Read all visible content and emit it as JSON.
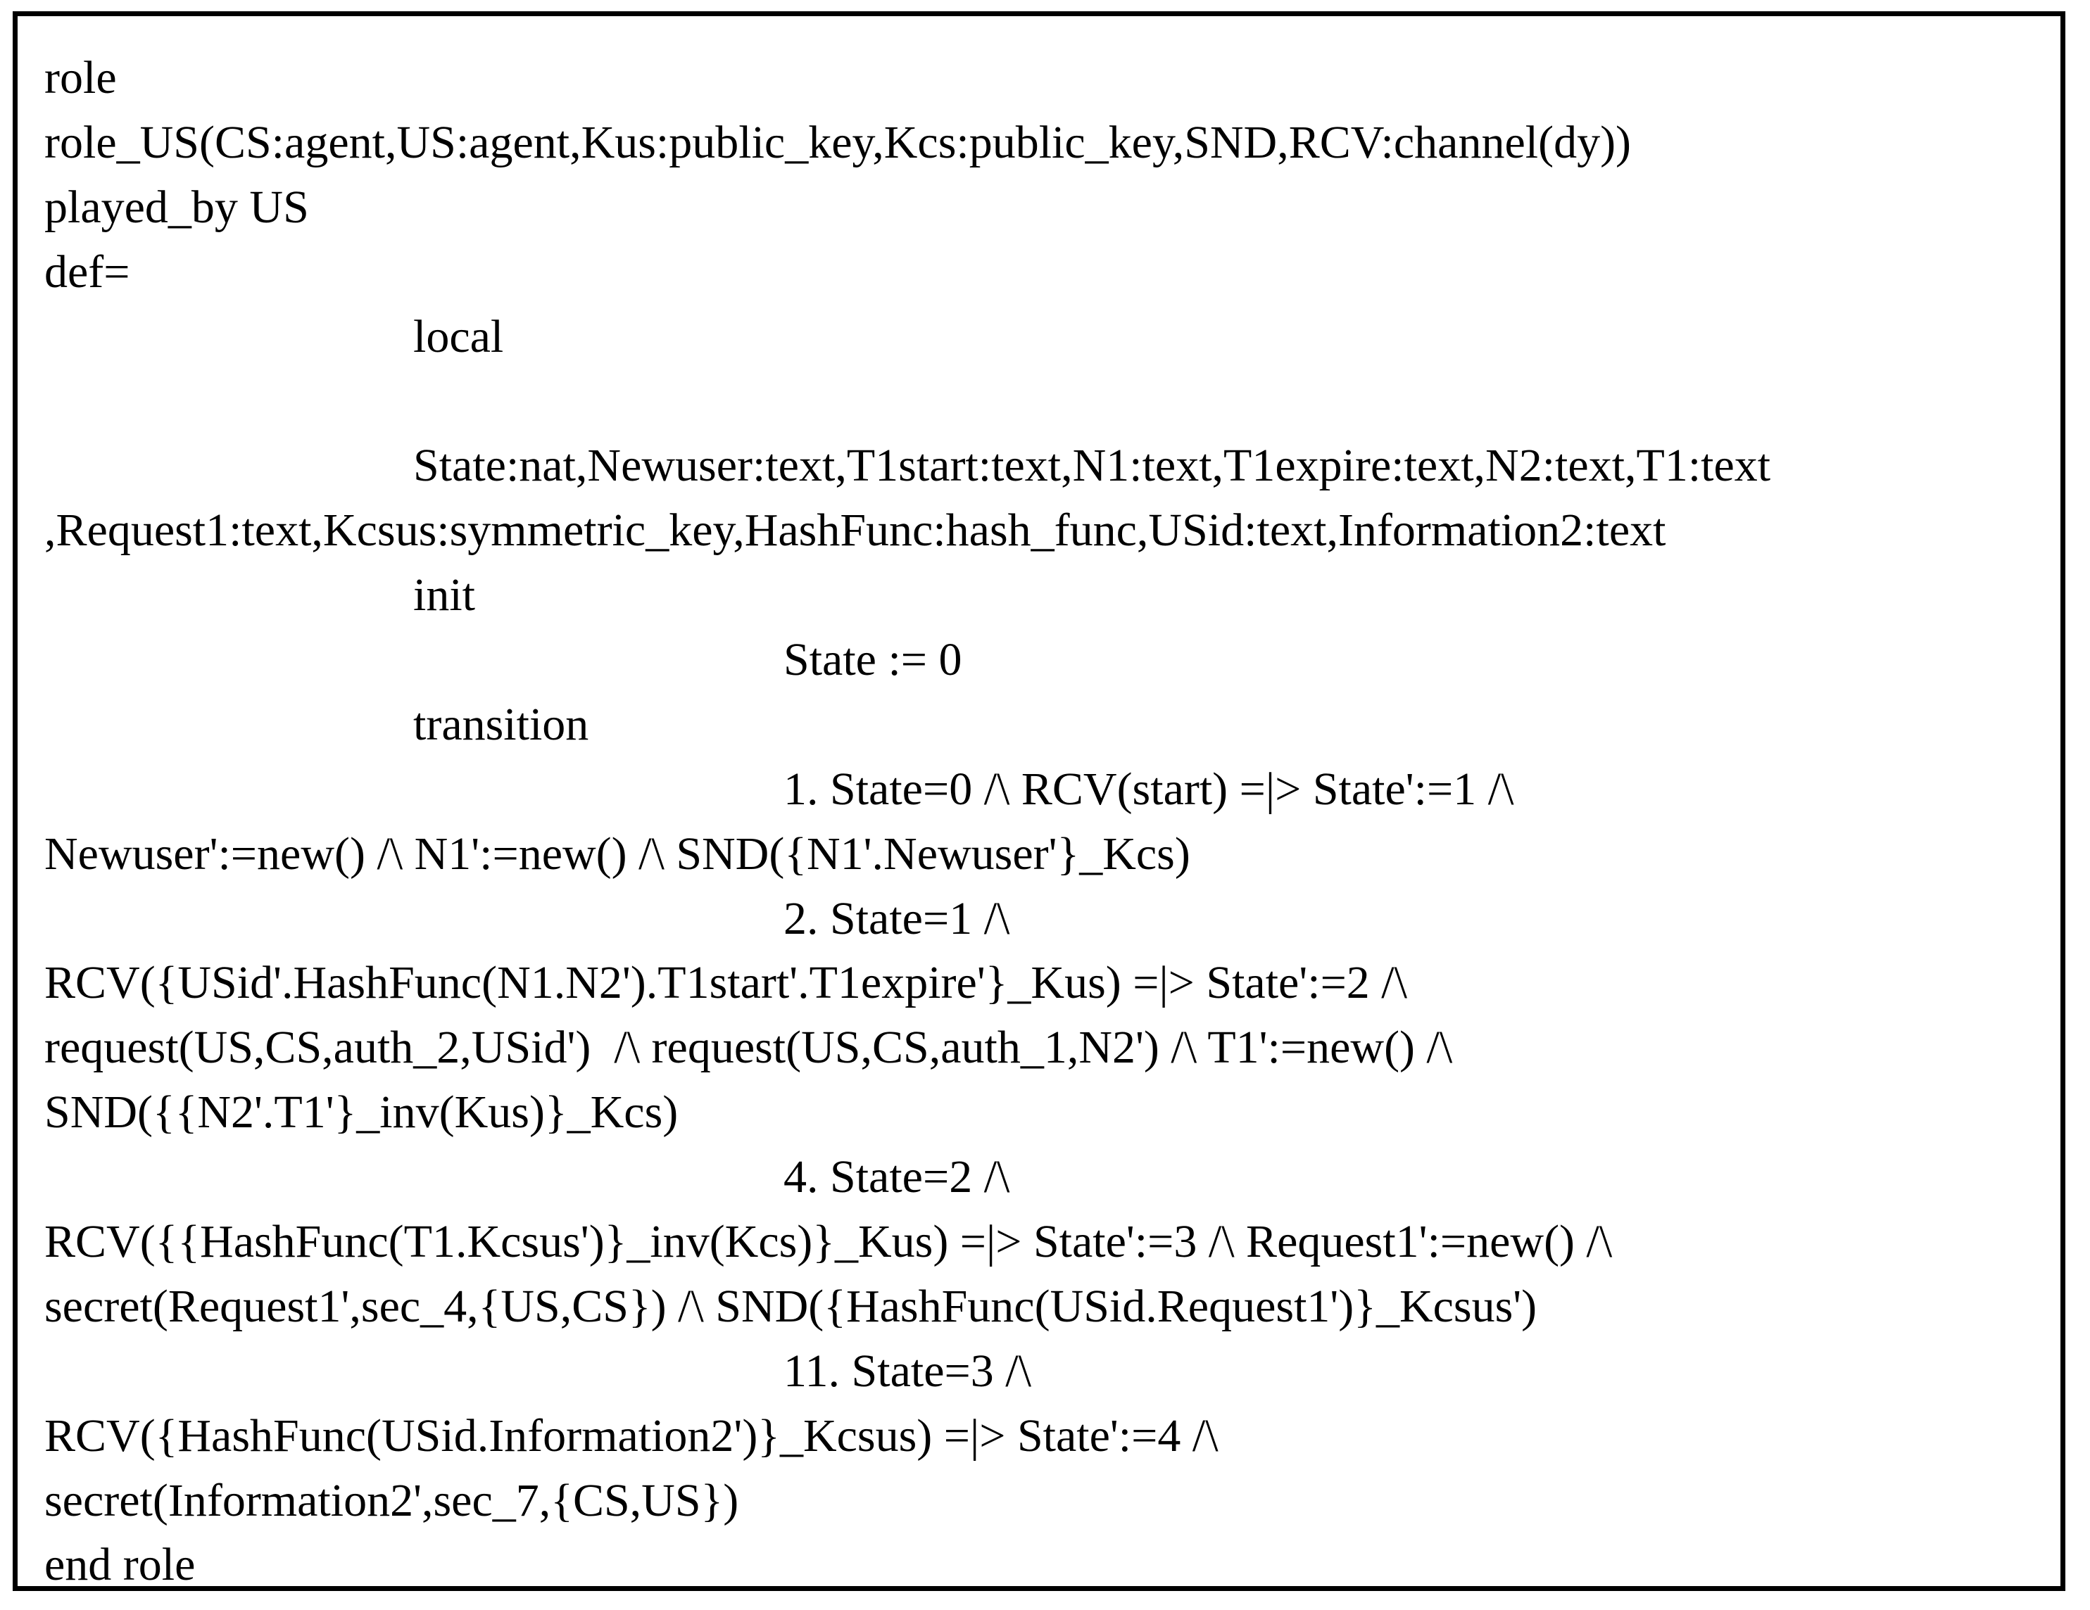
{
  "lines": [
    {
      "indent": 0,
      "text": "role"
    },
    {
      "indent": 0,
      "text": "role_US(CS:agent,US:agent,Kus:public_key,Kcs:public_key,SND,RCV:channel(dy))"
    },
    {
      "indent": 0,
      "text": "played_by US"
    },
    {
      "indent": 0,
      "text": "def="
    },
    {
      "indent": 1,
      "text": "local"
    },
    {
      "indent": 0,
      "text": ""
    },
    {
      "indent": 1,
      "text": "State:nat,Newuser:text,T1start:text,N1:text,T1expire:text,N2:text,T1:text"
    },
    {
      "indent": 0,
      "text": ",Request1:text,Kcsus:symmetric_key,HashFunc:hash_func,USid:text,Information2:text"
    },
    {
      "indent": 1,
      "text": "init"
    },
    {
      "indent": 2,
      "text": "State := 0"
    },
    {
      "indent": 1,
      "text": "transition"
    },
    {
      "indent": 2,
      "text": "1. State=0 /\\ RCV(start) =|> State':=1 /\\"
    },
    {
      "indent": 0,
      "text": "Newuser':=new() /\\ N1':=new() /\\ SND({N1'.Newuser'}_Kcs)"
    },
    {
      "indent": 2,
      "text": "2. State=1 /\\"
    },
    {
      "indent": 0,
      "text": "RCV({USid'.HashFunc(N1.N2').T1start'.T1expire'}_Kus) =|> State':=2 /\\"
    },
    {
      "indent": 0,
      "text": "request(US,CS,auth_2,USid')  /\\ request(US,CS,auth_1,N2') /\\ T1':=new() /\\"
    },
    {
      "indent": 0,
      "text": "SND({{N2'.T1'}_inv(Kus)}_Kcs)"
    },
    {
      "indent": 2,
      "text": "4. State=2 /\\"
    },
    {
      "indent": 0,
      "text": "RCV({{HashFunc(T1.Kcsus')}_inv(Kcs)}_Kus) =|> State':=3 /\\ Request1':=new() /\\"
    },
    {
      "indent": 0,
      "text": "secret(Request1',sec_4,{US,CS}) /\\ SND({HashFunc(USid.Request1')}_Kcsus')"
    },
    {
      "indent": 2,
      "text": "11. State=3 /\\"
    },
    {
      "indent": 0,
      "text": "RCV({HashFunc(USid.Information2')}_Kcsus) =|> State':=4 /\\"
    },
    {
      "indent": 0,
      "text": "secret(Information2',sec_7,{CS,US})"
    },
    {
      "indent": 0,
      "text": "end role"
    }
  ]
}
